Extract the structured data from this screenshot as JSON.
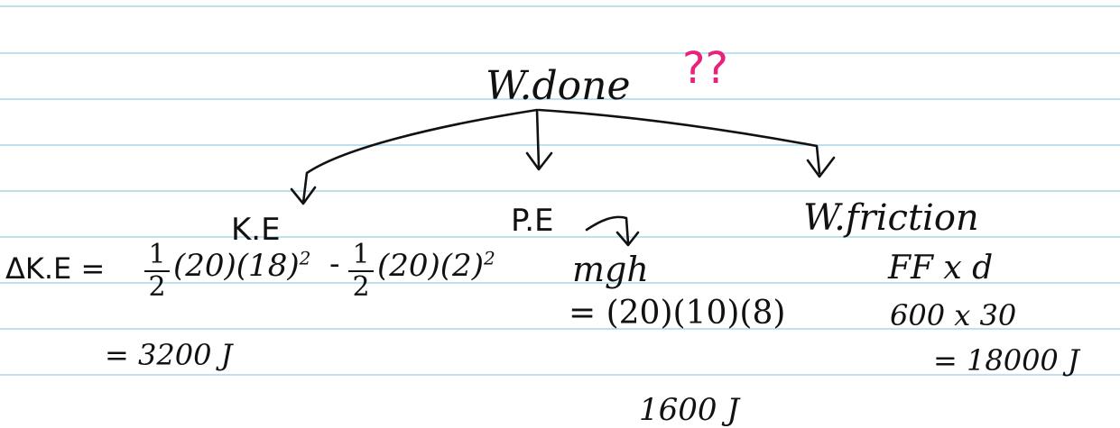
{
  "colors": {
    "ink": "#111111",
    "accent": "#e8227a",
    "rule_lines": "#bfe1ee",
    "paper": "#ffffff"
  },
  "top": {
    "title": "W.done",
    "question_marks": "??"
  },
  "branches": {
    "ke": {
      "label": "K.E",
      "delta_label": "ΔK.E =",
      "frac1_num": "1",
      "frac1_den": "2",
      "term1": "(20)(18)",
      "term1_exp": "2",
      "minus": "-",
      "frac2_num": "1",
      "frac2_den": "2",
      "term2": "(20)(2)",
      "term2_exp": "2",
      "result": "=  3200 J"
    },
    "pe": {
      "label": "P.E",
      "formula": "mgh",
      "substitution": "= (20)(10)(8)",
      "result_partial": "1600 J"
    },
    "friction": {
      "label": "W.friction",
      "formula": "FF x d",
      "substitution": "600 x 30",
      "result": "= 18000 J"
    }
  }
}
